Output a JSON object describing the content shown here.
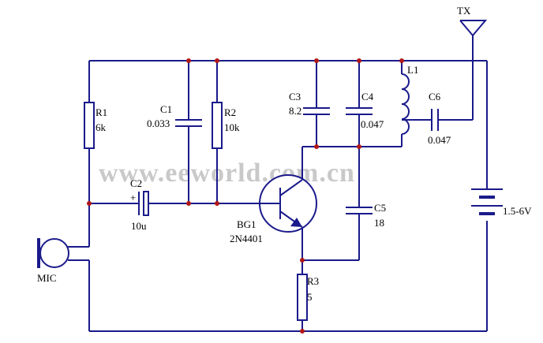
{
  "watermark": "www.eeworld.com.cn",
  "colors": {
    "wire": "#1a1a8c",
    "junction": "#b01818",
    "text": "#000000",
    "watermark": "#c9c9c9"
  },
  "labels": {
    "tx": "TX",
    "r1": "R1",
    "r1_value": "6k",
    "c1": "C1",
    "c1_value": "0.033",
    "r2": "R2",
    "r2_value": "10k",
    "c3": "C3",
    "c3_value": "8.2",
    "c4": "C4",
    "c4_value": "0.047",
    "l1": "L1",
    "c6": "C6",
    "c6_value": "0.047",
    "c2": "C2",
    "c2_value": "10u",
    "c2_polarity": "+",
    "c5": "C5",
    "c5_value": "18",
    "bg1": "BG1",
    "bg1_value": "2N4401",
    "r3": "R3",
    "r3_value": "5",
    "mic": "MIC",
    "battery": "1.5-6V"
  }
}
